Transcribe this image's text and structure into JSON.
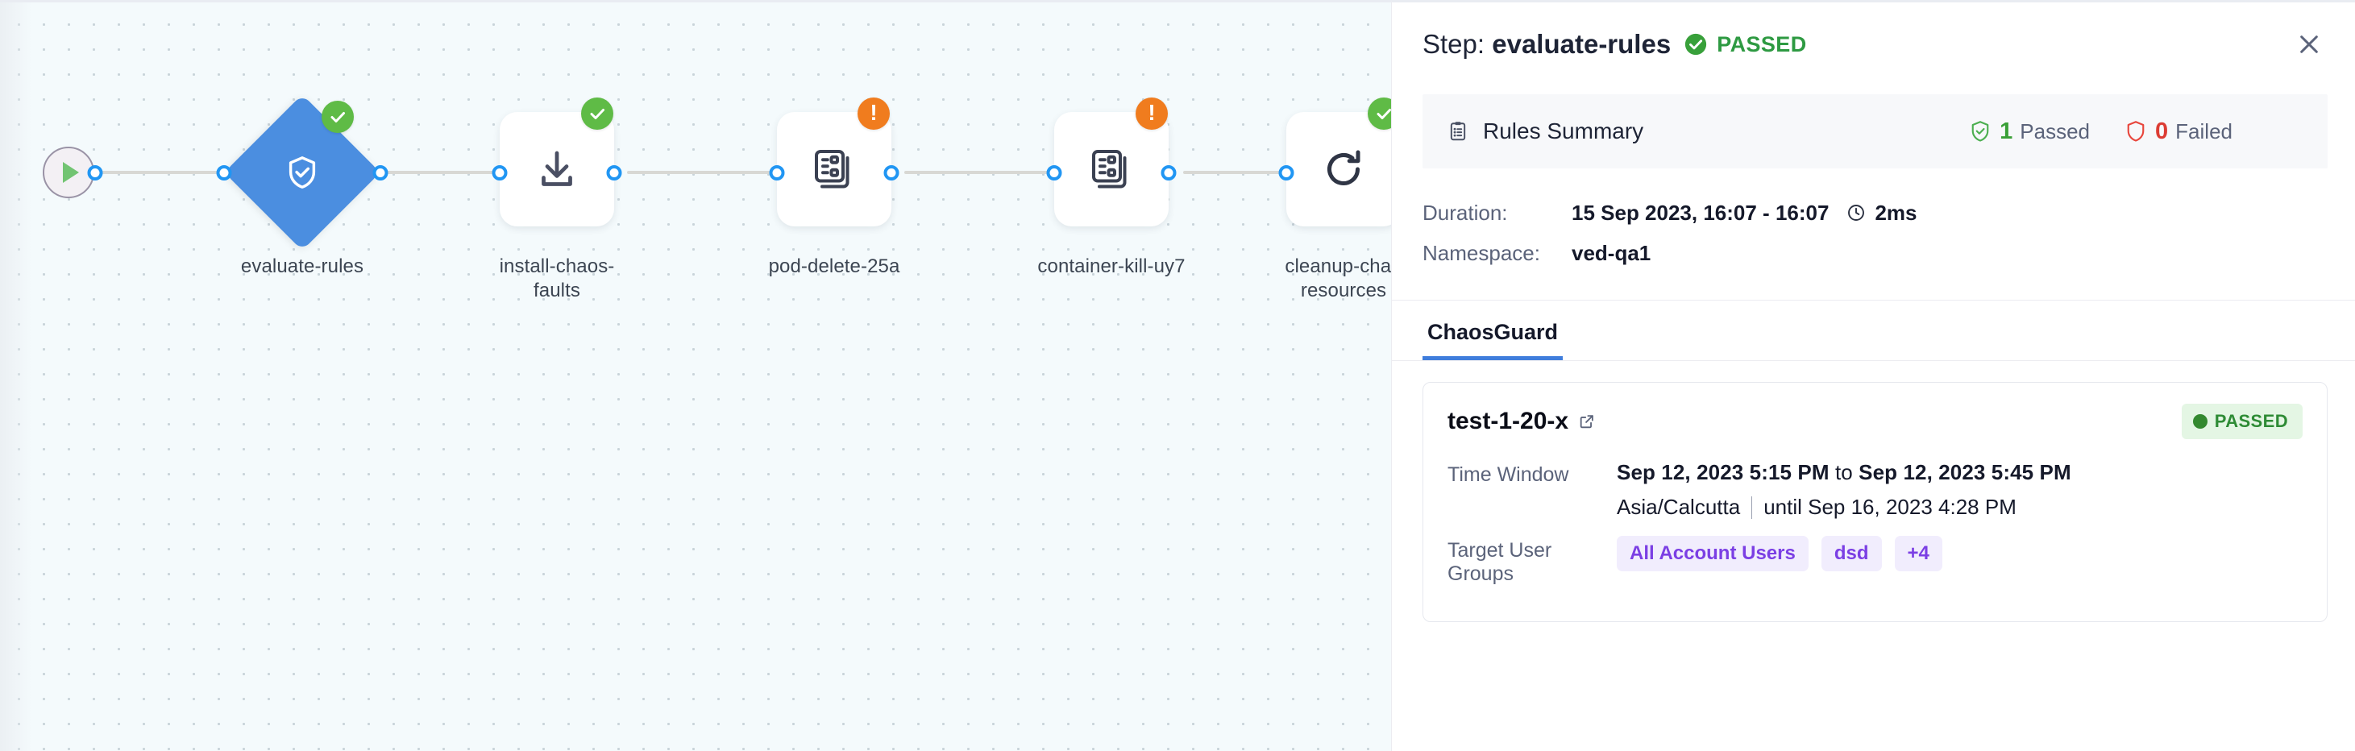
{
  "canvas": {
    "start_node": {
      "icon": "play-icon"
    },
    "nodes": [
      {
        "id": "evaluate-rules",
        "label": "evaluate-rules",
        "shape": "diamond",
        "icon": "shield-check-icon",
        "status": "success"
      },
      {
        "id": "install-chaos-faults",
        "label": "install-chaos-\nfaults",
        "label_line1": "install-chaos-",
        "label_line2": "faults",
        "shape": "square",
        "icon": "download-icon",
        "status": "success"
      },
      {
        "id": "pod-delete-25a",
        "label": "pod-delete-25a",
        "shape": "square",
        "icon": "chaos-experiment-icon",
        "status": "warning"
      },
      {
        "id": "container-kill-uy7",
        "label": "container-kill-uy7",
        "shape": "square",
        "icon": "chaos-experiment-icon",
        "status": "warning"
      },
      {
        "id": "cleanup-chaos-resources",
        "label_line1": "cleanup-chao",
        "label_line2": "resources",
        "shape": "square",
        "icon": "refresh-icon",
        "status": "success"
      }
    ]
  },
  "panel": {
    "header": {
      "title_prefix": "Step:",
      "title_name": "evaluate-rules",
      "status_label": "PASSED",
      "status_icon": "check-circle-icon",
      "close_icon": "close-icon"
    },
    "rules_summary": {
      "icon": "clipboard-icon",
      "title": "Rules Summary",
      "passed_count": "1",
      "passed_label": "Passed",
      "passed_icon": "shield-check-icon",
      "failed_count": "0",
      "failed_label": "Failed",
      "failed_icon": "shield-icon"
    },
    "meta": [
      {
        "key": "Duration:",
        "value": "15 Sep 2023, 16:07 - 16:07",
        "extra_icon": "clock-icon",
        "extra": "2ms"
      },
      {
        "key": "Namespace:",
        "value": "ved-qa1"
      }
    ],
    "tabs": [
      {
        "label": "ChaosGuard",
        "active": true
      }
    ],
    "chaosguard_card": {
      "name": "test-1-20-x",
      "external_link_icon": "external-link-icon",
      "status_badge": "PASSED",
      "rows": [
        {
          "key": "Time Window",
          "value_line1_a": "Sep 12, 2023 5:15 PM",
          "value_line1_mid": "to",
          "value_line1_b": "Sep 12, 2023 5:45 PM",
          "value_line2_tz": "Asia/Calcutta",
          "value_line2_until": "until Sep 16, 2023 4:28 PM"
        },
        {
          "key": "Target User Groups",
          "chips": [
            "All Account Users",
            "dsd",
            "+4"
          ]
        }
      ]
    }
  },
  "colors": {
    "accent_blue": "#4b8ee0",
    "tab_underline": "#3f7ddc",
    "success_green": "#5fbb46",
    "warning_orange": "#f07c1e",
    "chip_purple": "#7b3fe4",
    "fail_red": "#dc3c33"
  }
}
